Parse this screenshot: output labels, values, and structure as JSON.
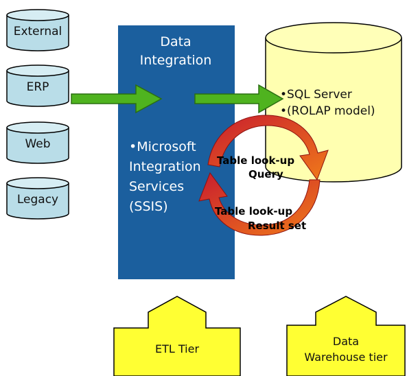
{
  "sources": [
    "External",
    "ERP",
    "Web",
    "Legacy"
  ],
  "integration": {
    "title_line1": "Data",
    "title_line2": "Integration",
    "bullet_line1": "•Microsoft",
    "bullet_line2": "Integration",
    "bullet_line3": "Services",
    "bullet_line4": "(SSIS)"
  },
  "warehouse": {
    "line1": "•SQL Server",
    "line2": "•(ROLAP model)"
  },
  "cycle": {
    "top_line1": "Table look-up",
    "top_line2": "Query",
    "bottom_line1": "Table look-up",
    "bottom_line2": "Result set"
  },
  "tiers": {
    "etl": "ETL Tier",
    "dw_line1": "Data",
    "dw_line2": "Warehouse tier"
  },
  "colors": {
    "cylinder_blue": "#b9dde8",
    "integration_box": "#1b5f9e",
    "warehouse": "#ffffb0",
    "arrow_green": "#4fb31f",
    "tier_yellow": "#ffff33",
    "cycle_red": "#d7262c",
    "cycle_orange": "#ee6a1f"
  }
}
